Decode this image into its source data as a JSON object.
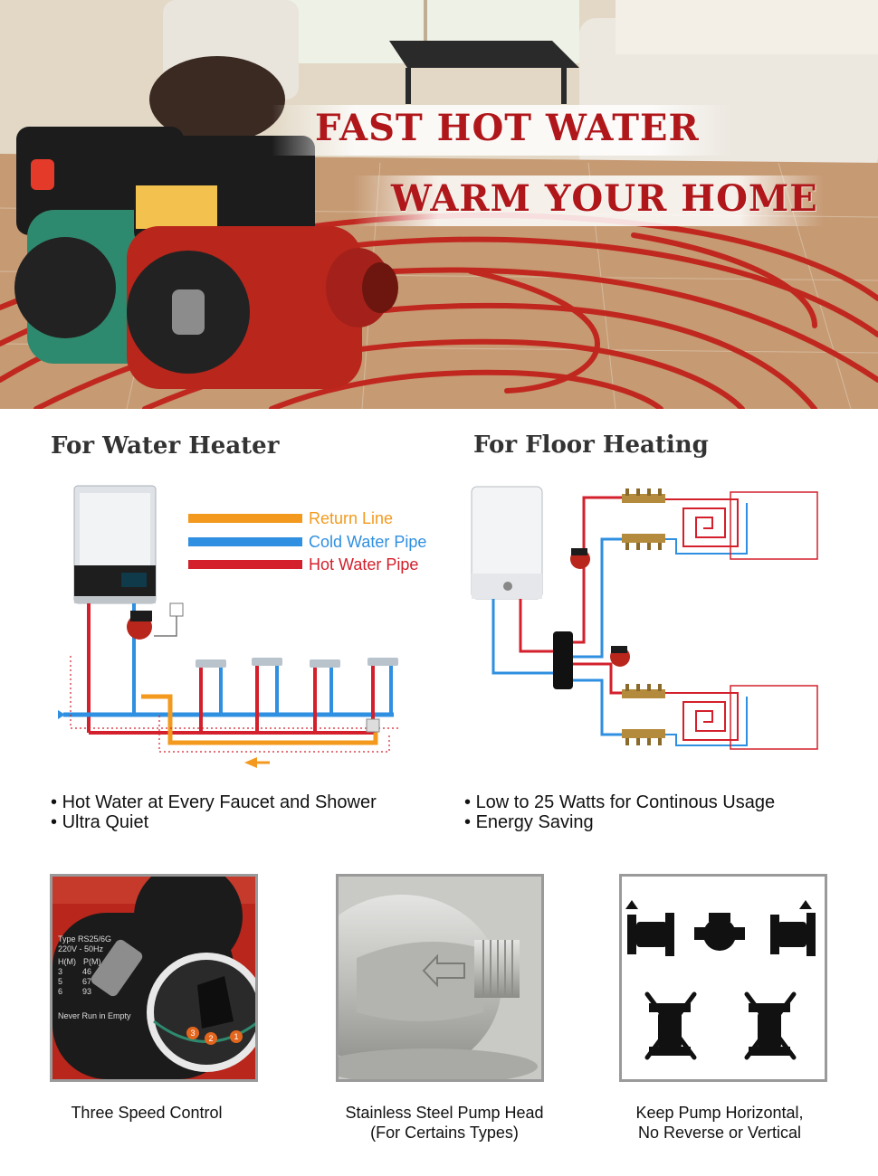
{
  "hero": {
    "title_line1": "FAST HOT WATER",
    "title_line2": "WARM YOUR HOME",
    "title_color": "#b0171a",
    "pump_red": "#b8261c",
    "pump_green": "#2e8a6e",
    "pump_black": "#1c1c1c",
    "pipe_red": "#c0271f"
  },
  "water_heater": {
    "heading": "For Water Heater",
    "legend": [
      {
        "label": "Return Line",
        "color": "#f39a1e"
      },
      {
        "label": "Cold Water Pipe",
        "color": "#2f8fe0"
      },
      {
        "label": "Hot Water Pipe",
        "color": "#d3202c"
      }
    ],
    "features": [
      "Hot Water at Every Faucet and Shower",
      "Ultra Quiet"
    ]
  },
  "floor_heating": {
    "heading": "For Floor Heating",
    "features": [
      "Low to 25 Watts for Continous Usage",
      "Energy Saving"
    ]
  },
  "panels": [
    {
      "caption_line1": "Three Speed Control",
      "caption_line2": "",
      "pump_label": {
        "type": "Type RS25/6G",
        "voltage": "220V - 50Hz",
        "col1": "H(M)",
        "col2": "P(M)",
        "rows": [
          [
            "3",
            "46"
          ],
          [
            "5",
            "67"
          ],
          [
            "6",
            "93"
          ]
        ],
        "warning": "Never Run in Empty"
      },
      "speed_marks": [
        "1",
        "2",
        "3"
      ]
    },
    {
      "caption_line1": "Stainless Steel Pump Head",
      "caption_line2": "(For Certains Types)"
    },
    {
      "caption_line1": "Keep Pump Horizontal,",
      "caption_line2": "No Reverse or Vertical"
    }
  ]
}
